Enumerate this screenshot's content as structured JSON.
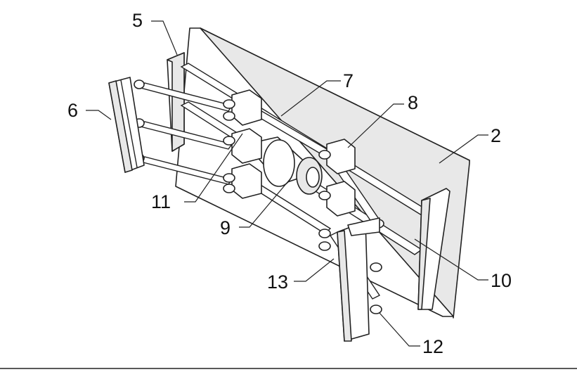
{
  "labels": {
    "l2": "2",
    "l5": "5",
    "l6": "6",
    "l7": "7",
    "l8": "8",
    "l9": "9",
    "l10": "10",
    "l11": "11",
    "l12": "12",
    "l13": "13"
  }
}
